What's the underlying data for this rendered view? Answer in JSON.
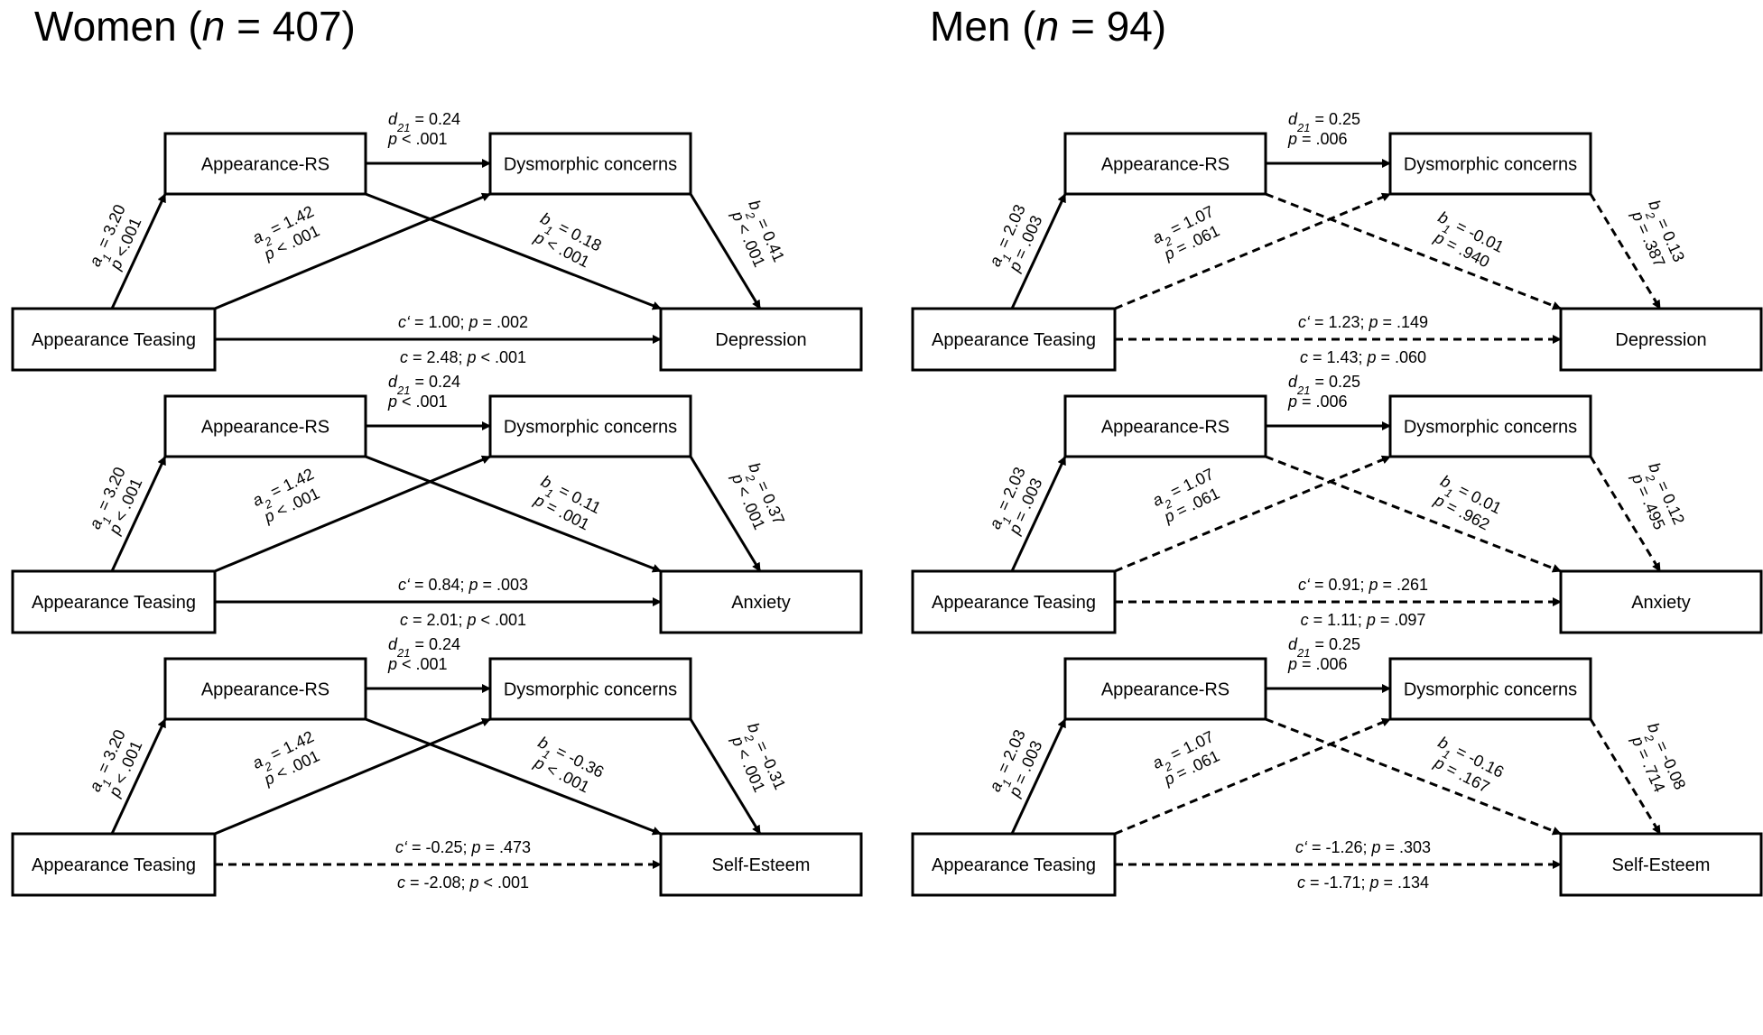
{
  "groups": [
    {
      "id": "women",
      "title": {
        "prefix": "Women (",
        "n": "n",
        "suffix": " = 407)"
      },
      "models": [
        {
          "outcome": "Depression",
          "paths": {
            "d21": {
              "coef": "= 0.24",
              "p": "< .001",
              "significant": true
            },
            "a1": {
              "coef": "= 3.20",
              "p": "<.001",
              "significant": true
            },
            "a2": {
              "coef": "= 1.42",
              "p": "< .001",
              "significant": true
            },
            "b1": {
              "coef": "= 0.18",
              "p": "< .001",
              "significant": true
            },
            "b2": {
              "coef": "= 0.41",
              "p": "< .001",
              "significant": true
            },
            "c_prime": {
              "coef": "= 1.00",
              "p": "= .002",
              "significant": true
            },
            "c": {
              "coef": "= 2.48",
              "p": "< .001"
            }
          }
        },
        {
          "outcome": "Anxiety",
          "paths": {
            "d21": {
              "coef": "= 0.24",
              "p": "< .001",
              "significant": true
            },
            "a1": {
              "coef": "= 3.20",
              "p": "< .001",
              "significant": true
            },
            "a2": {
              "coef": "= 1.42",
              "p": "< .001",
              "significant": true
            },
            "b1": {
              "coef": "= 0.11",
              "p": "= .001",
              "significant": true
            },
            "b2": {
              "coef": "= 0.37",
              "p": "< .001",
              "significant": true
            },
            "c_prime": {
              "coef": "= 0.84",
              "p": "= .003",
              "significant": true
            },
            "c": {
              "coef": "= 2.01",
              "p": "< .001"
            }
          }
        },
        {
          "outcome": "Self-Esteem",
          "paths": {
            "d21": {
              "coef": "= 0.24",
              "p": "< .001",
              "significant": true
            },
            "a1": {
              "coef": "= 3.20",
              "p": "< .001",
              "significant": true
            },
            "a2": {
              "coef": "= 1.42",
              "p": "< .001",
              "significant": true
            },
            "b1": {
              "coef": "= -0.36",
              "p": "< .001",
              "significant": true
            },
            "b2": {
              "coef": "= -0.31",
              "p": "< .001",
              "significant": true
            },
            "c_prime": {
              "coef": "= -0.25",
              "p": "= .473",
              "significant": false
            },
            "c": {
              "coef": "= -2.08",
              "p": "< .001"
            }
          }
        }
      ]
    },
    {
      "id": "men",
      "title": {
        "prefix": "Men (",
        "n": "n",
        "suffix": " = 94)"
      },
      "models": [
        {
          "outcome": "Depression",
          "paths": {
            "d21": {
              "coef": "= 0.25",
              "p": "= .006",
              "significant": true
            },
            "a1": {
              "coef": "= 2.03",
              "p": "= .003",
              "significant": true
            },
            "a2": {
              "coef": "= 1.07",
              "p": "= .061",
              "significant": false
            },
            "b1": {
              "coef": "= -0.01",
              "p": "= .940",
              "significant": false
            },
            "b2": {
              "coef": "= 0.13",
              "p": "= .387",
              "significant": false
            },
            "c_prime": {
              "coef": "= 1.23",
              "p": "= .149",
              "significant": false
            },
            "c": {
              "coef": "= 1.43",
              "p": "= .060"
            }
          }
        },
        {
          "outcome": "Anxiety",
          "paths": {
            "d21": {
              "coef": "= 0.25",
              "p": "= .006",
              "significant": true
            },
            "a1": {
              "coef": "= 2.03",
              "p": "= .003",
              "significant": true
            },
            "a2": {
              "coef": "= 1.07",
              "p": "= .061",
              "significant": false
            },
            "b1": {
              "coef": "= 0.01",
              "p": "= .962",
              "significant": false
            },
            "b2": {
              "coef": "= 0.12",
              "p": "= .495",
              "significant": false
            },
            "c_prime": {
              "coef": "= 0.91",
              "p": "= .261",
              "significant": false
            },
            "c": {
              "coef": "= 1.11",
              "p": "= .097"
            }
          }
        },
        {
          "outcome": "Self-Esteem",
          "paths": {
            "d21": {
              "coef": "= 0.25",
              "p": "= .006",
              "significant": true
            },
            "a1": {
              "coef": "= 2.03",
              "p": "= .003",
              "significant": true
            },
            "a2": {
              "coef": "= 1.07",
              "p": "= .061",
              "significant": false
            },
            "b1": {
              "coef": "= -0.16",
              "p": "= .167",
              "significant": false
            },
            "b2": {
              "coef": "= -0.08",
              "p": "= .714",
              "significant": false
            },
            "c_prime": {
              "coef": "= -1.26",
              "p": "= .303",
              "significant": false
            },
            "c": {
              "coef": "= -1.71",
              "p": "= .134"
            }
          }
        }
      ]
    }
  ],
  "nodes": {
    "predictor": "Appearance Teasing",
    "mediator1": "Appearance-RS",
    "mediator2": "Dysmorphic concerns"
  },
  "symbols": {
    "p": "p",
    "a": "a",
    "b": "b",
    "d": "d",
    "c": "c",
    "c_prime": "c‘",
    "sub1": "1",
    "sub2": "2",
    "sub21": "21",
    "sep": ";"
  },
  "colors": {
    "line": "#000000",
    "background": "#ffffff"
  }
}
